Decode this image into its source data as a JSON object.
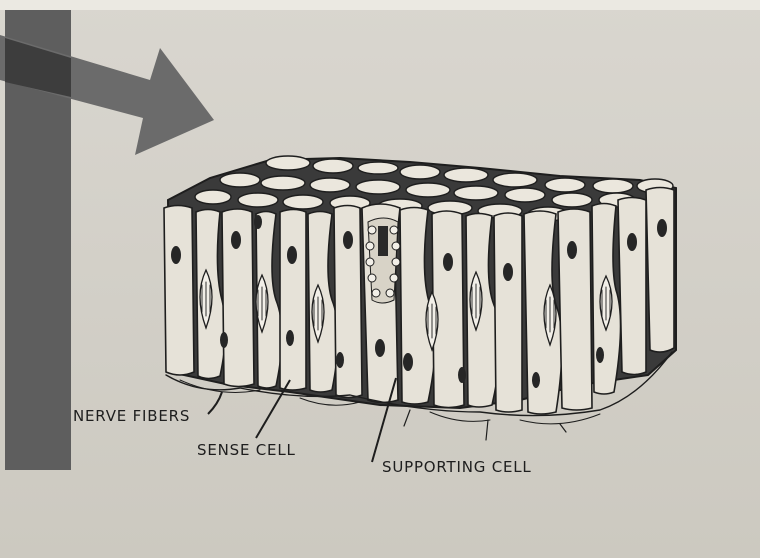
{
  "labels": {
    "nerve_fibers": "NERVE FIBERS",
    "sense_cell": "SENSE CELL",
    "supporting_cell": "SUPPORTING CELL"
  },
  "colors": {
    "paper": "#d3d0c8",
    "vertical_bar": "#5e5e5e",
    "arrow": "#6a6a6a",
    "ink": "#1e1e1e",
    "cell_fill": "#e6e2d8"
  }
}
